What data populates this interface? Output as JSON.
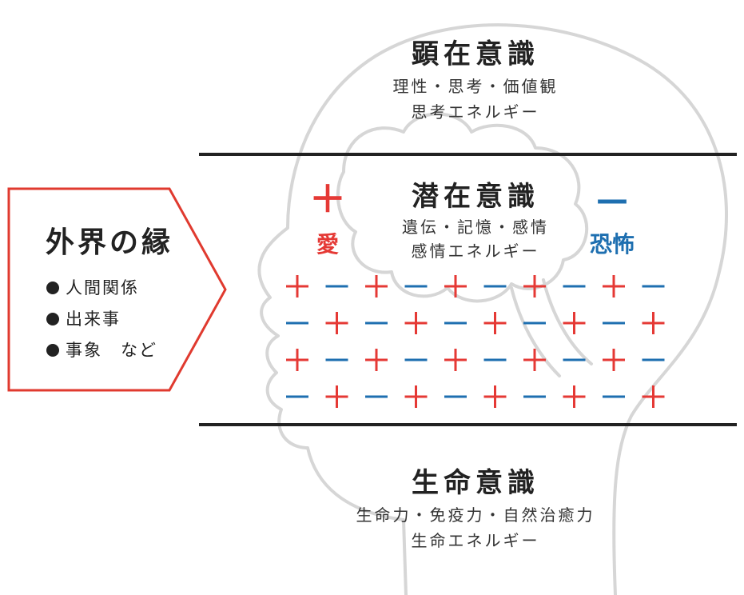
{
  "conscious": {
    "title": "顕在意識",
    "line1": "理性・思考・価値観",
    "line2": "思考エネルギー"
  },
  "subconscious": {
    "title": "潜在意識",
    "line1": "遺伝・記憶・感情",
    "line2": "感情エネルギー",
    "plus_symbol": "＋",
    "plus_label": "愛",
    "minus_symbol": "—",
    "minus_label": "恐怖",
    "sign_rows": [
      [
        "+",
        "-",
        "+",
        "-",
        "+",
        "-",
        "+",
        "-",
        "+",
        "-"
      ],
      [
        "-",
        "+",
        "-",
        "+",
        "-",
        "+",
        "-",
        "+",
        "-",
        "+"
      ],
      [
        "+",
        "-",
        "+",
        "-",
        "+",
        "-",
        "+",
        "-",
        "+",
        "-"
      ],
      [
        "-",
        "+",
        "-",
        "+",
        "-",
        "+",
        "-",
        "+",
        "-",
        "+"
      ]
    ]
  },
  "life": {
    "title": "生命意識",
    "line1": "生命力・免疫力・自然治癒力",
    "line2": "生命エネルギー"
  },
  "outer": {
    "title": "外界の縁",
    "items": [
      "人間関係",
      "出来事",
      "事象　など"
    ]
  },
  "colors": {
    "plus": "#e53935",
    "minus": "#1e6fb0",
    "outline": "#e03a2f",
    "line": "#222222",
    "head": "#d6d6d6"
  }
}
